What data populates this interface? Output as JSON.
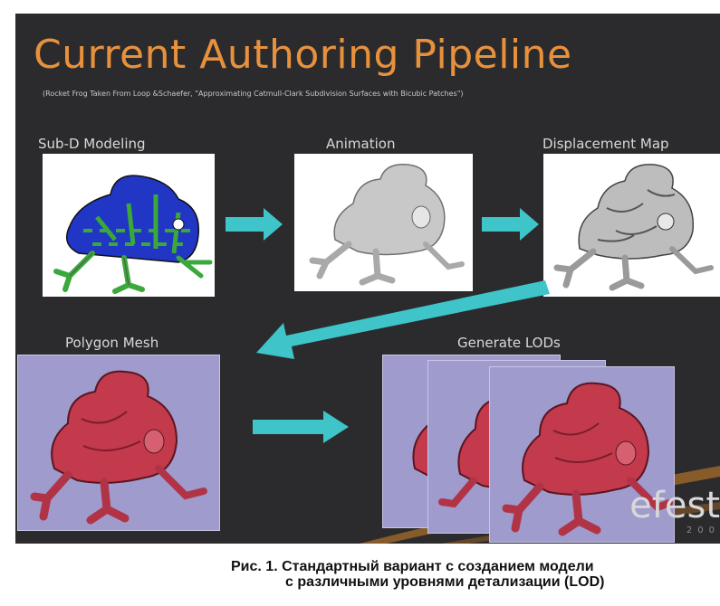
{
  "slide": {
    "title": "Current Authoring Pipeline",
    "subtitle": "(Rocket Frog Taken From Loop &Schaefer, \"Approximating Catmull-Clark Subdivision Surfaces with Bicubic Patches\")",
    "stages": {
      "subd": "Sub-D Modeling",
      "animation": "Animation",
      "displacement": "Displacement Map",
      "polygon": "Polygon Mesh",
      "lods": "Generate LODs"
    },
    "brand": "efest",
    "brand_year": "200",
    "colors": {
      "background": "#2b2b2d",
      "title": "#e8913d",
      "arrow": "#3fc4c9",
      "lod_panel": "#9f9bcd",
      "frog_red": "#c23a4c"
    }
  },
  "caption": {
    "line1": "Рис. 1. Стандартный вариант с созданием модели",
    "line2": "с различными уровнями детализации (LOD)"
  }
}
